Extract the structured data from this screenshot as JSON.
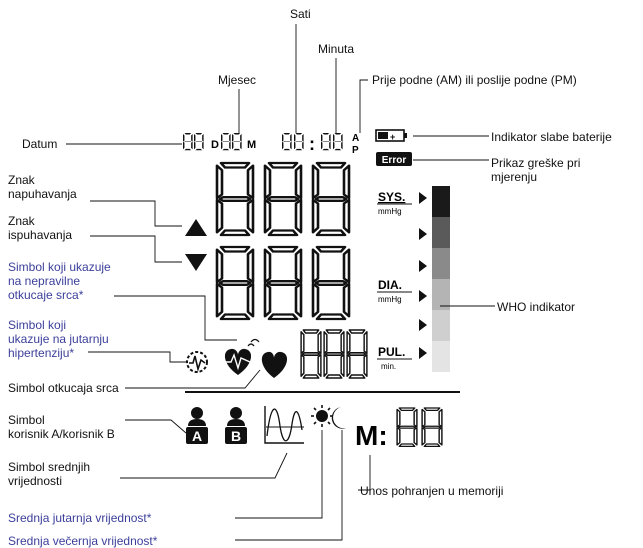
{
  "labels": {
    "sati": "Sati",
    "minuta": "Minuta",
    "mjesec": "Mjesec",
    "am_pm": "Prije podne (AM) ili poslije podne (PM)",
    "datum": "Datum",
    "baterija": "Indikator slabe baterije",
    "greska": "Prikaz greške pri\nmjerenju",
    "napuhavanje": "Znak\nnapuhavanja",
    "ispuhavanje": "Znak\nispuhavanja",
    "nepravilne": "Simbol koji ukazuje\nna nepravilne\notkucaje srca*",
    "hipertenzija": "Simbol koji\nukazuje na jutarnju\nhipertenziju*",
    "otkucaj": "Simbol otkucaja srca",
    "korisnik": "Simbol\nkorisnik A/korisnik B",
    "srednje": "Simbol srednjih\nvrijednosti",
    "jutarnja": "Srednja jutarnja vrijednost*",
    "vecernja": "Srednja večernja vrijednost*",
    "who": "WHO indikator",
    "memorija": "Unos pohranjen u memoriji"
  },
  "display": {
    "day_marker": "D",
    "month_marker": "M",
    "time_sep": ":",
    "am": "A",
    "pm": "P",
    "error": "Error",
    "sys": "SYS.",
    "dia": "DIA.",
    "pul": "PUL.",
    "mmhg": "mmHg",
    "min": "min.",
    "user_a": "A",
    "user_b": "B",
    "memory": "M:"
  },
  "colors": {
    "line": "#111111",
    "label_blue": "#3b3f9a",
    "who_levels": [
      "#1a1a1a",
      "#5a5a5a",
      "#8a8a8a",
      "#b4b4b4",
      "#cfcfcf",
      "#e4e4e4"
    ]
  }
}
